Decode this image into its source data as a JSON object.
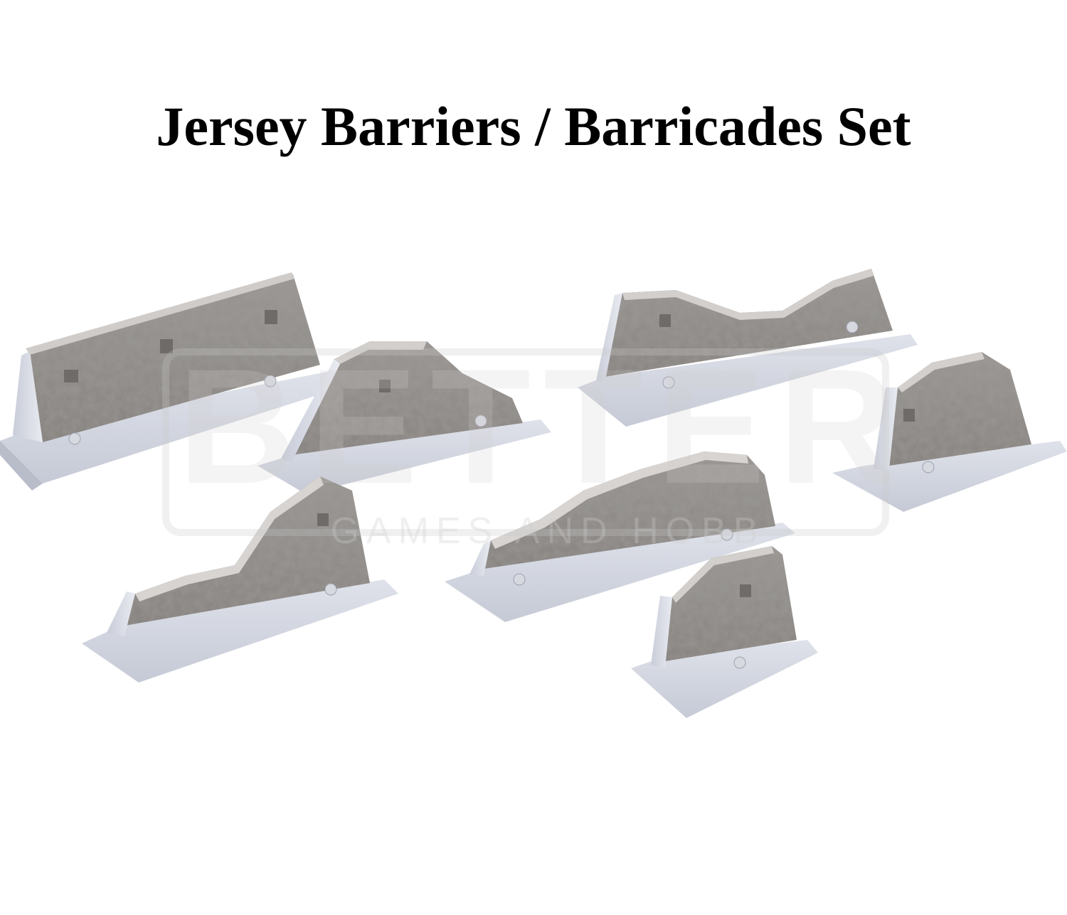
{
  "title": "Jersey Barriers / Barricades Set",
  "watermark": {
    "brand": "BETTER",
    "tagline": "GAMES AND HOBB",
    "color": "#d8d4d4"
  },
  "pieces": [
    {
      "name": "long-intact-barrier",
      "style": "intact"
    },
    {
      "name": "broken-half-barrier",
      "style": "broken"
    },
    {
      "name": "long-notched-barrier",
      "style": "notched"
    },
    {
      "name": "short-tall-barrier",
      "style": "intact"
    },
    {
      "name": "sloped-broken-barrier",
      "style": "broken"
    },
    {
      "name": "long-low-broken-barrier",
      "style": "broken"
    },
    {
      "name": "short-front-barrier",
      "style": "intact"
    }
  ],
  "colors": {
    "concrete_face": "#8e8a87",
    "concrete_top": "#c9c6c3",
    "concrete_base": "#e6e8ef",
    "concrete_edge": "#b8bcc8",
    "shadow": "#6f6b69"
  }
}
